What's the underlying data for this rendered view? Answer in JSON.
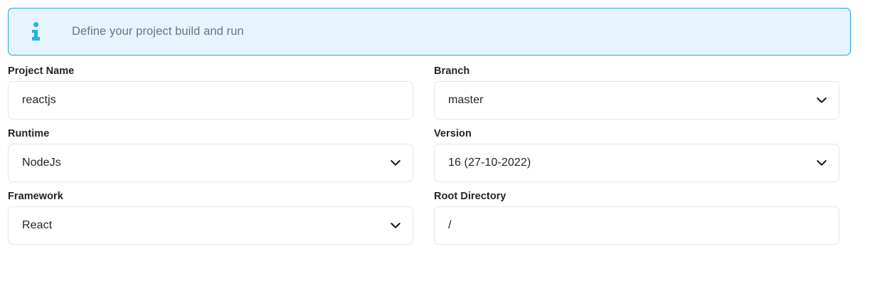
{
  "banner": {
    "icon": "info-icon",
    "text": "Define your project build and run",
    "bg_color": "#e6f5fd",
    "border_color": "#21a3e0",
    "icon_color": "#21b0f0",
    "text_color": "#6f7378"
  },
  "form": {
    "rows": [
      {
        "left": {
          "label": "Project Name",
          "value": "reactjs",
          "type": "text",
          "name": "project-name"
        },
        "right": {
          "label": "Branch",
          "value": "master",
          "type": "select",
          "name": "branch"
        }
      },
      {
        "left": {
          "label": "Runtime",
          "value": "NodeJs",
          "type": "select",
          "name": "runtime"
        },
        "right": {
          "label": "Version",
          "value": "16 (27-10-2022)",
          "type": "select",
          "name": "version"
        }
      },
      {
        "left": {
          "label": "Framework",
          "value": "React",
          "type": "select",
          "name": "framework"
        },
        "right": {
          "label": "Root Directory",
          "value": "/",
          "type": "text",
          "name": "root-directory"
        }
      }
    ]
  }
}
